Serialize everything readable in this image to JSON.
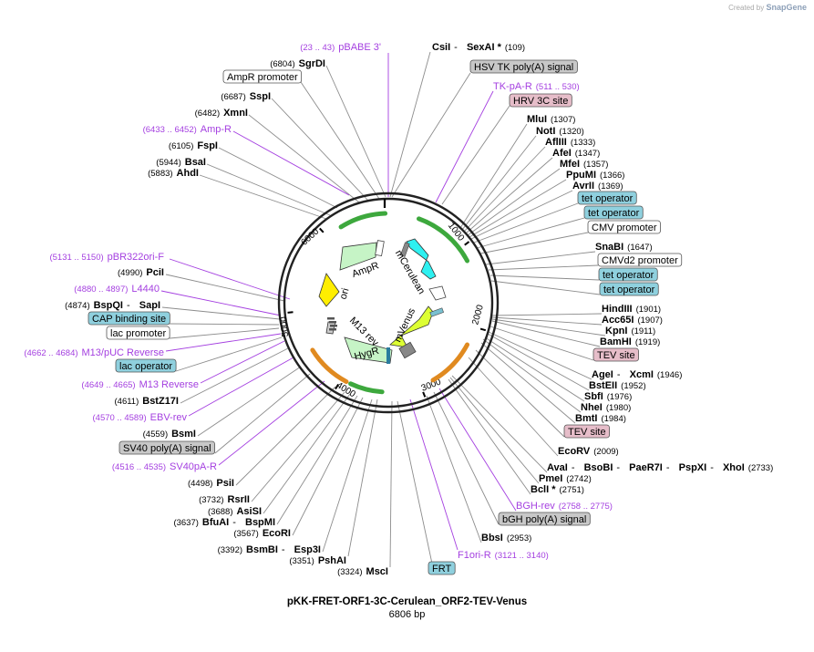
{
  "credit": {
    "prefix": "Created by",
    "brand": "SnapGene"
  },
  "title": "pKK-FRET-ORF1-3C-Cerulean_ORF2-TEV-Venus",
  "subtitle": "6806 bp",
  "ticks": [
    "1000",
    "2000",
    "3000",
    "4000",
    "5000",
    "6000"
  ],
  "features": [
    {
      "name": "AmpR",
      "color": "#c6f4c6"
    },
    {
      "name": "mCerulean",
      "color": "#2ef0f0"
    },
    {
      "name": "mVenus",
      "color": "#ddff33"
    },
    {
      "name": "ori",
      "color": "#ffee00"
    },
    {
      "name": "M13 rev",
      "color": "#cccccc"
    },
    {
      "name": "HygR",
      "color": "#c6f4c6"
    }
  ],
  "labels": [
    {
      "id": "pbabe3",
      "parts": [
        {
          "t": "(23 .. 43)",
          "c": "purple",
          "s": "small"
        },
        {
          "t": "pBABE 3'",
          "c": "purple"
        }
      ]
    },
    {
      "id": "csii",
      "parts": [
        {
          "t": "CsiI",
          "b": true
        },
        {
          "t": " - "
        },
        {
          "t": "SexAI *",
          "b": true
        },
        {
          "t": "(109)",
          "s": "small"
        }
      ]
    },
    {
      "id": "sgrdi",
      "parts": [
        {
          "t": "(6804)",
          "s": "small"
        },
        {
          "t": "SgrDI",
          "b": true
        }
      ]
    },
    {
      "id": "hsvtk",
      "box": "gray",
      "parts": [
        {
          "t": "HSV TK poly(A) signal"
        }
      ]
    },
    {
      "id": "ampprom",
      "box": "white",
      "parts": [
        {
          "t": "AmpR promoter"
        }
      ]
    },
    {
      "id": "tkpar",
      "parts": [
        {
          "t": "TK-pA-R",
          "c": "purple"
        },
        {
          "t": "(511 .. 530)",
          "c": "purple",
          "s": "small"
        }
      ]
    },
    {
      "id": "sspi",
      "parts": [
        {
          "t": "(6687)",
          "s": "small"
        },
        {
          "t": "SspI",
          "b": true
        }
      ]
    },
    {
      "id": "hrv",
      "box": "pink",
      "parts": [
        {
          "t": "HRV 3C site"
        }
      ]
    },
    {
      "id": "xmni",
      "parts": [
        {
          "t": "(6482)",
          "s": "small"
        },
        {
          "t": "XmnI",
          "b": true
        }
      ]
    },
    {
      "id": "mlui",
      "parts": [
        {
          "t": "MluI",
          "b": true
        },
        {
          "t": "(1307)",
          "s": "small"
        }
      ]
    },
    {
      "id": "ampr_p",
      "parts": [
        {
          "t": "(6433 .. 6452)",
          "c": "purple",
          "s": "small"
        },
        {
          "t": "Amp-R",
          "c": "purple"
        }
      ]
    },
    {
      "id": "noti",
      "parts": [
        {
          "t": "NotI",
          "b": true
        },
        {
          "t": "(1320)",
          "s": "small"
        }
      ]
    },
    {
      "id": "afliii",
      "parts": [
        {
          "t": "AflIII",
          "b": true
        },
        {
          "t": "(1333)",
          "s": "small"
        }
      ]
    },
    {
      "id": "fspi",
      "parts": [
        {
          "t": "(6105)",
          "s": "small"
        },
        {
          "t": "FspI",
          "b": true
        }
      ]
    },
    {
      "id": "afei",
      "parts": [
        {
          "t": "AfeI",
          "b": true
        },
        {
          "t": "(1347)",
          "s": "small"
        }
      ]
    },
    {
      "id": "bsai",
      "parts": [
        {
          "t": "(5944)",
          "s": "small"
        },
        {
          "t": "BsaI",
          "b": true
        }
      ]
    },
    {
      "id": "mfei",
      "parts": [
        {
          "t": "MfeI",
          "b": true
        },
        {
          "t": "(1357)",
          "s": "small"
        }
      ]
    },
    {
      "id": "ahdi",
      "parts": [
        {
          "t": "(5883)",
          "s": "small"
        },
        {
          "t": "AhdI",
          "b": true
        }
      ]
    },
    {
      "id": "ppumi",
      "parts": [
        {
          "t": "PpuMI",
          "b": true
        },
        {
          "t": "(1366)",
          "s": "small"
        }
      ]
    },
    {
      "id": "avrii",
      "parts": [
        {
          "t": "AvrII",
          "b": true
        },
        {
          "t": "(1369)",
          "s": "small"
        }
      ]
    },
    {
      "id": "tetop1",
      "box": "teal",
      "parts": [
        {
          "t": "tet operator"
        }
      ]
    },
    {
      "id": "tetop2",
      "box": "teal",
      "parts": [
        {
          "t": "tet operator"
        }
      ]
    },
    {
      "id": "cmvprom",
      "box": "white",
      "parts": [
        {
          "t": "CMV promoter"
        }
      ]
    },
    {
      "id": "pbr322",
      "parts": [
        {
          "t": "(5131 .. 5150)",
          "c": "purple",
          "s": "small"
        },
        {
          "t": "pBR322ori-F",
          "c": "purple"
        }
      ]
    },
    {
      "id": "snabi",
      "parts": [
        {
          "t": "SnaBI",
          "b": true
        },
        {
          "t": "(1647)",
          "s": "small"
        }
      ]
    },
    {
      "id": "pcii",
      "parts": [
        {
          "t": "(4990)",
          "s": "small"
        },
        {
          "t": "PciI",
          "b": true
        }
      ]
    },
    {
      "id": "cmvd2",
      "box": "white",
      "parts": [
        {
          "t": "CMVd2 promoter"
        }
      ]
    },
    {
      "id": "l4440",
      "parts": [
        {
          "t": "(4880 .. 4897)",
          "c": "purple",
          "s": "small"
        },
        {
          "t": "L4440",
          "c": "purple"
        }
      ]
    },
    {
      "id": "tetop3",
      "box": "teal",
      "parts": [
        {
          "t": "tet operator"
        }
      ]
    },
    {
      "id": "bspqi",
      "parts": [
        {
          "t": "(4874)",
          "s": "small"
        },
        {
          "t": "BspQI",
          "b": true
        },
        {
          "t": " - "
        },
        {
          "t": "SapI",
          "b": true
        }
      ]
    },
    {
      "id": "tetop4",
      "box": "teal",
      "parts": [
        {
          "t": "tet operator"
        }
      ]
    },
    {
      "id": "hindiii",
      "parts": [
        {
          "t": "HindIII",
          "b": true
        },
        {
          "t": "(1901)",
          "s": "small"
        }
      ]
    },
    {
      "id": "cap",
      "box": "teal",
      "parts": [
        {
          "t": "CAP binding site"
        }
      ]
    },
    {
      "id": "acc65i",
      "parts": [
        {
          "t": "Acc65I",
          "b": true
        },
        {
          "t": "(1907)",
          "s": "small"
        }
      ]
    },
    {
      "id": "lacprom",
      "box": "white",
      "parts": [
        {
          "t": "lac promoter"
        }
      ]
    },
    {
      "id": "kpni",
      "parts": [
        {
          "t": "KpnI",
          "b": true
        },
        {
          "t": "(1911)",
          "s": "small"
        }
      ]
    },
    {
      "id": "bamhi",
      "parts": [
        {
          "t": "BamHI",
          "b": true
        },
        {
          "t": "(1919)",
          "s": "small"
        }
      ]
    },
    {
      "id": "m13puc",
      "parts": [
        {
          "t": "(4662 .. 4684)",
          "c": "purple",
          "s": "small"
        },
        {
          "t": "M13/pUC Reverse",
          "c": "purple"
        }
      ]
    },
    {
      "id": "tev1",
      "box": "pink",
      "parts": [
        {
          "t": "TEV site"
        }
      ]
    },
    {
      "id": "lacop",
      "box": "teal",
      "parts": [
        {
          "t": "lac operator"
        }
      ]
    },
    {
      "id": "agei",
      "parts": [
        {
          "t": "AgeI",
          "b": true
        },
        {
          "t": " - "
        },
        {
          "t": "XcmI",
          "b": true
        },
        {
          "t": "(1946)",
          "s": "small"
        }
      ]
    },
    {
      "id": "m13rev",
      "parts": [
        {
          "t": "(4649 .. 4665)",
          "c": "purple",
          "s": "small"
        },
        {
          "t": "M13 Reverse",
          "c": "purple"
        }
      ]
    },
    {
      "id": "bsteii",
      "parts": [
        {
          "t": "BstEII",
          "b": true
        },
        {
          "t": "(1952)",
          "s": "small"
        }
      ]
    },
    {
      "id": "bstz17i",
      "parts": [
        {
          "t": "(4611)",
          "s": "small"
        },
        {
          "t": "BstZ17I",
          "b": true
        }
      ]
    },
    {
      "id": "sbfi",
      "parts": [
        {
          "t": "SbfI",
          "b": true
        },
        {
          "t": "(1976)",
          "s": "small"
        }
      ]
    },
    {
      "id": "nhei",
      "parts": [
        {
          "t": "NheI",
          "b": true
        },
        {
          "t": "(1980)",
          "s": "small"
        }
      ]
    },
    {
      "id": "ebv",
      "parts": [
        {
          "t": "(4570 .. 4589)",
          "c": "purple",
          "s": "small"
        },
        {
          "t": "EBV-rev",
          "c": "purple"
        }
      ]
    },
    {
      "id": "bmti",
      "parts": [
        {
          "t": "BmtI",
          "b": true
        },
        {
          "t": "(1984)",
          "s": "small"
        }
      ]
    },
    {
      "id": "bsmi",
      "parts": [
        {
          "t": "(4559)",
          "s": "small"
        },
        {
          "t": "BsmI",
          "b": true
        }
      ]
    },
    {
      "id": "tev2",
      "box": "pink",
      "parts": [
        {
          "t": "TEV site"
        }
      ]
    },
    {
      "id": "sv40pa",
      "box": "gray",
      "parts": [
        {
          "t": "SV40 poly(A) signal"
        }
      ]
    },
    {
      "id": "ecorv",
      "parts": [
        {
          "t": "EcoRV",
          "b": true
        },
        {
          "t": "(2009)",
          "s": "small"
        }
      ]
    },
    {
      "id": "sv40par",
      "parts": [
        {
          "t": "(4516 .. 4535)",
          "c": "purple",
          "s": "small"
        },
        {
          "t": "SV40pA-R",
          "c": "purple"
        }
      ]
    },
    {
      "id": "avai",
      "parts": [
        {
          "t": "AvaI",
          "b": true
        },
        {
          "t": " - "
        },
        {
          "t": "BsoBI",
          "b": true
        },
        {
          "t": " - "
        },
        {
          "t": "PaeR7I",
          "b": true
        },
        {
          "t": " - "
        },
        {
          "t": "PspXI",
          "b": true
        },
        {
          "t": " - "
        },
        {
          "t": "XhoI",
          "b": true
        },
        {
          "t": "(2733)",
          "s": "small"
        }
      ]
    },
    {
      "id": "psii",
      "parts": [
        {
          "t": "(4498)",
          "s": "small"
        },
        {
          "t": "PsiI",
          "b": true
        }
      ]
    },
    {
      "id": "pmei",
      "parts": [
        {
          "t": "PmeI",
          "b": true
        },
        {
          "t": "(2742)",
          "s": "small"
        }
      ]
    },
    {
      "id": "bcli",
      "parts": [
        {
          "t": "BclI *",
          "b": true
        },
        {
          "t": "(2751)",
          "s": "small"
        }
      ]
    },
    {
      "id": "rsrii",
      "parts": [
        {
          "t": "(3732)",
          "s": "small"
        },
        {
          "t": "RsrII",
          "b": true
        }
      ]
    },
    {
      "id": "asisi",
      "parts": [
        {
          "t": "(3688)",
          "s": "small"
        },
        {
          "t": "AsiSI",
          "b": true
        }
      ]
    },
    {
      "id": "bghrev",
      "parts": [
        {
          "t": "BGH-rev",
          "c": "purple"
        },
        {
          "t": "(2758 .. 2775)",
          "c": "purple",
          "s": "small"
        }
      ]
    },
    {
      "id": "bfuai",
      "parts": [
        {
          "t": "(3637)",
          "s": "small"
        },
        {
          "t": "BfuAI",
          "b": true
        },
        {
          "t": " - "
        },
        {
          "t": "BspMI",
          "b": true
        }
      ]
    },
    {
      "id": "bghpa",
      "box": "gray",
      "parts": [
        {
          "t": "bGH poly(A) signal"
        }
      ]
    },
    {
      "id": "ecori",
      "parts": [
        {
          "t": "(3567)",
          "s": "small"
        },
        {
          "t": "EcoRI",
          "b": true
        }
      ]
    },
    {
      "id": "bbsi",
      "parts": [
        {
          "t": "BbsI",
          "b": true
        },
        {
          "t": "(2953)",
          "s": "small"
        }
      ]
    },
    {
      "id": "bsmbi",
      "parts": [
        {
          "t": "(3392)",
          "s": "small"
        },
        {
          "t": "BsmBI",
          "b": true
        },
        {
          "t": " - "
        },
        {
          "t": "Esp3I",
          "b": true
        }
      ]
    },
    {
      "id": "f1ori",
      "parts": [
        {
          "t": "F1ori-R",
          "c": "purple"
        },
        {
          "t": "(3121 .. 3140)",
          "c": "purple",
          "s": "small"
        }
      ]
    },
    {
      "id": "pshai",
      "parts": [
        {
          "t": "(3351)",
          "s": "small"
        },
        {
          "t": "PshAI",
          "b": true
        }
      ]
    },
    {
      "id": "msci",
      "parts": [
        {
          "t": "(3324)",
          "s": "small"
        },
        {
          "t": "MscI",
          "b": true
        }
      ]
    },
    {
      "id": "frt",
      "box": "teal",
      "parts": [
        {
          "t": "FRT"
        }
      ]
    }
  ]
}
